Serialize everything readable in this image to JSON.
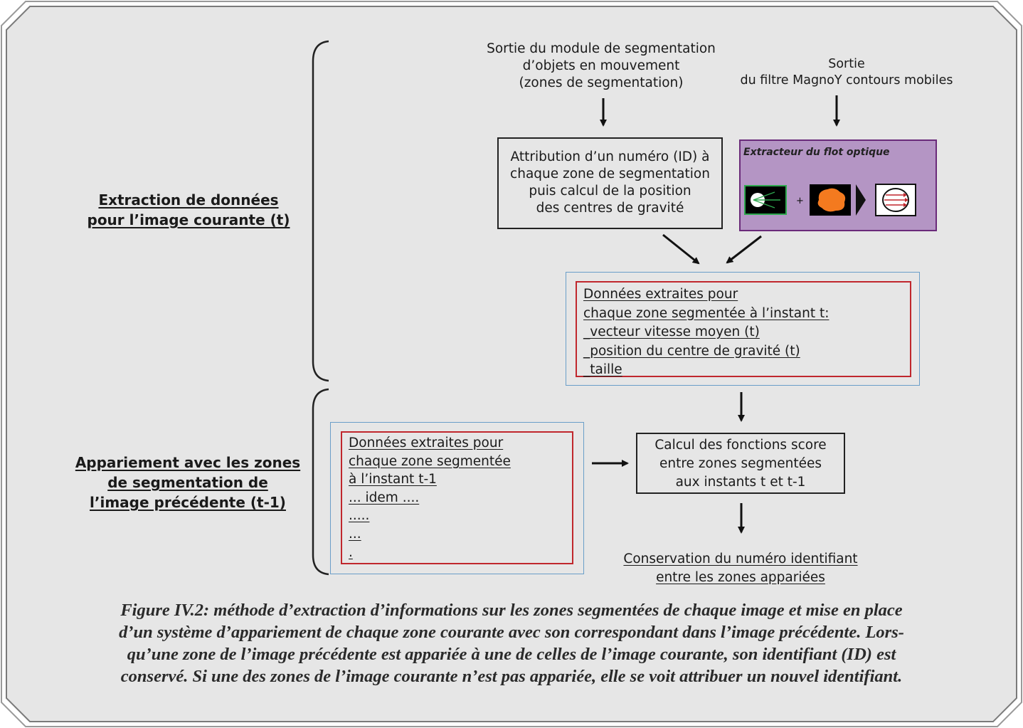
{
  "sections": {
    "current": [
      "Extraction de données",
      "pour l’image courante (t)"
    ],
    "matching": [
      "Appariement avec les zones",
      "de segmentation de",
      "l’image précédente (t-1)"
    ]
  },
  "inputs": {
    "segmentation_output": [
      "Sortie du module de segmentation",
      "d’objets en mouvement",
      "(zones de segmentation)"
    ],
    "magnoy_output": [
      "Sortie",
      "du filtre MagnoY contours mobiles"
    ]
  },
  "id_box": [
    "Attribution d’un numéro (ID) à",
    "chaque zone de segmentation",
    "puis calcul de la position",
    "des centres de gravité"
  ],
  "optical_flow": {
    "title": "Extracteur du flot optique",
    "plus": "+"
  },
  "data_t": [
    "Données extraites pour",
    "chaque zone segmentée à l’instant t:",
    "_vecteur vitesse moyen (t)",
    "_position du centre de gravité (t)",
    "_taille"
  ],
  "data_t1": [
    "Données extraites pour",
    "chaque zone segmentée",
    "à l’instant t-1",
    "... idem ....",
    ".....",
    "...",
    "."
  ],
  "score_box": [
    "Calcul des fonctions score",
    "entre zones segmentées",
    "aux instants t et t-1"
  ],
  "conservation": [
    "Conservation du numéro identifiant",
    "entre les zones appariées"
  ],
  "caption": [
    "Figure IV.2: méthode d’extraction d’informations sur les zones segmentées de chaque image et mise en place",
    "d’un système d’appariement de chaque zone courante avec son correspondant dans l’image précédente. Lors-",
    "qu’une zone de l’image précédente est appariée à une de celles de l’image courante, son identifiant (ID) est",
    "conservé. Si une des zones de l’image courante n’est pas appariée, elle se voit attribuer un nouvel identifiant."
  ],
  "colors": {
    "panel": "#e6e6e6",
    "frame": "#7a7a7a",
    "purple": "#b495c4",
    "purple_border": "#6a2a7a",
    "red_border": "#c0272d",
    "blue_border": "#6a9ec8",
    "orange": "#f47a1f",
    "green": "#2fa84f"
  }
}
